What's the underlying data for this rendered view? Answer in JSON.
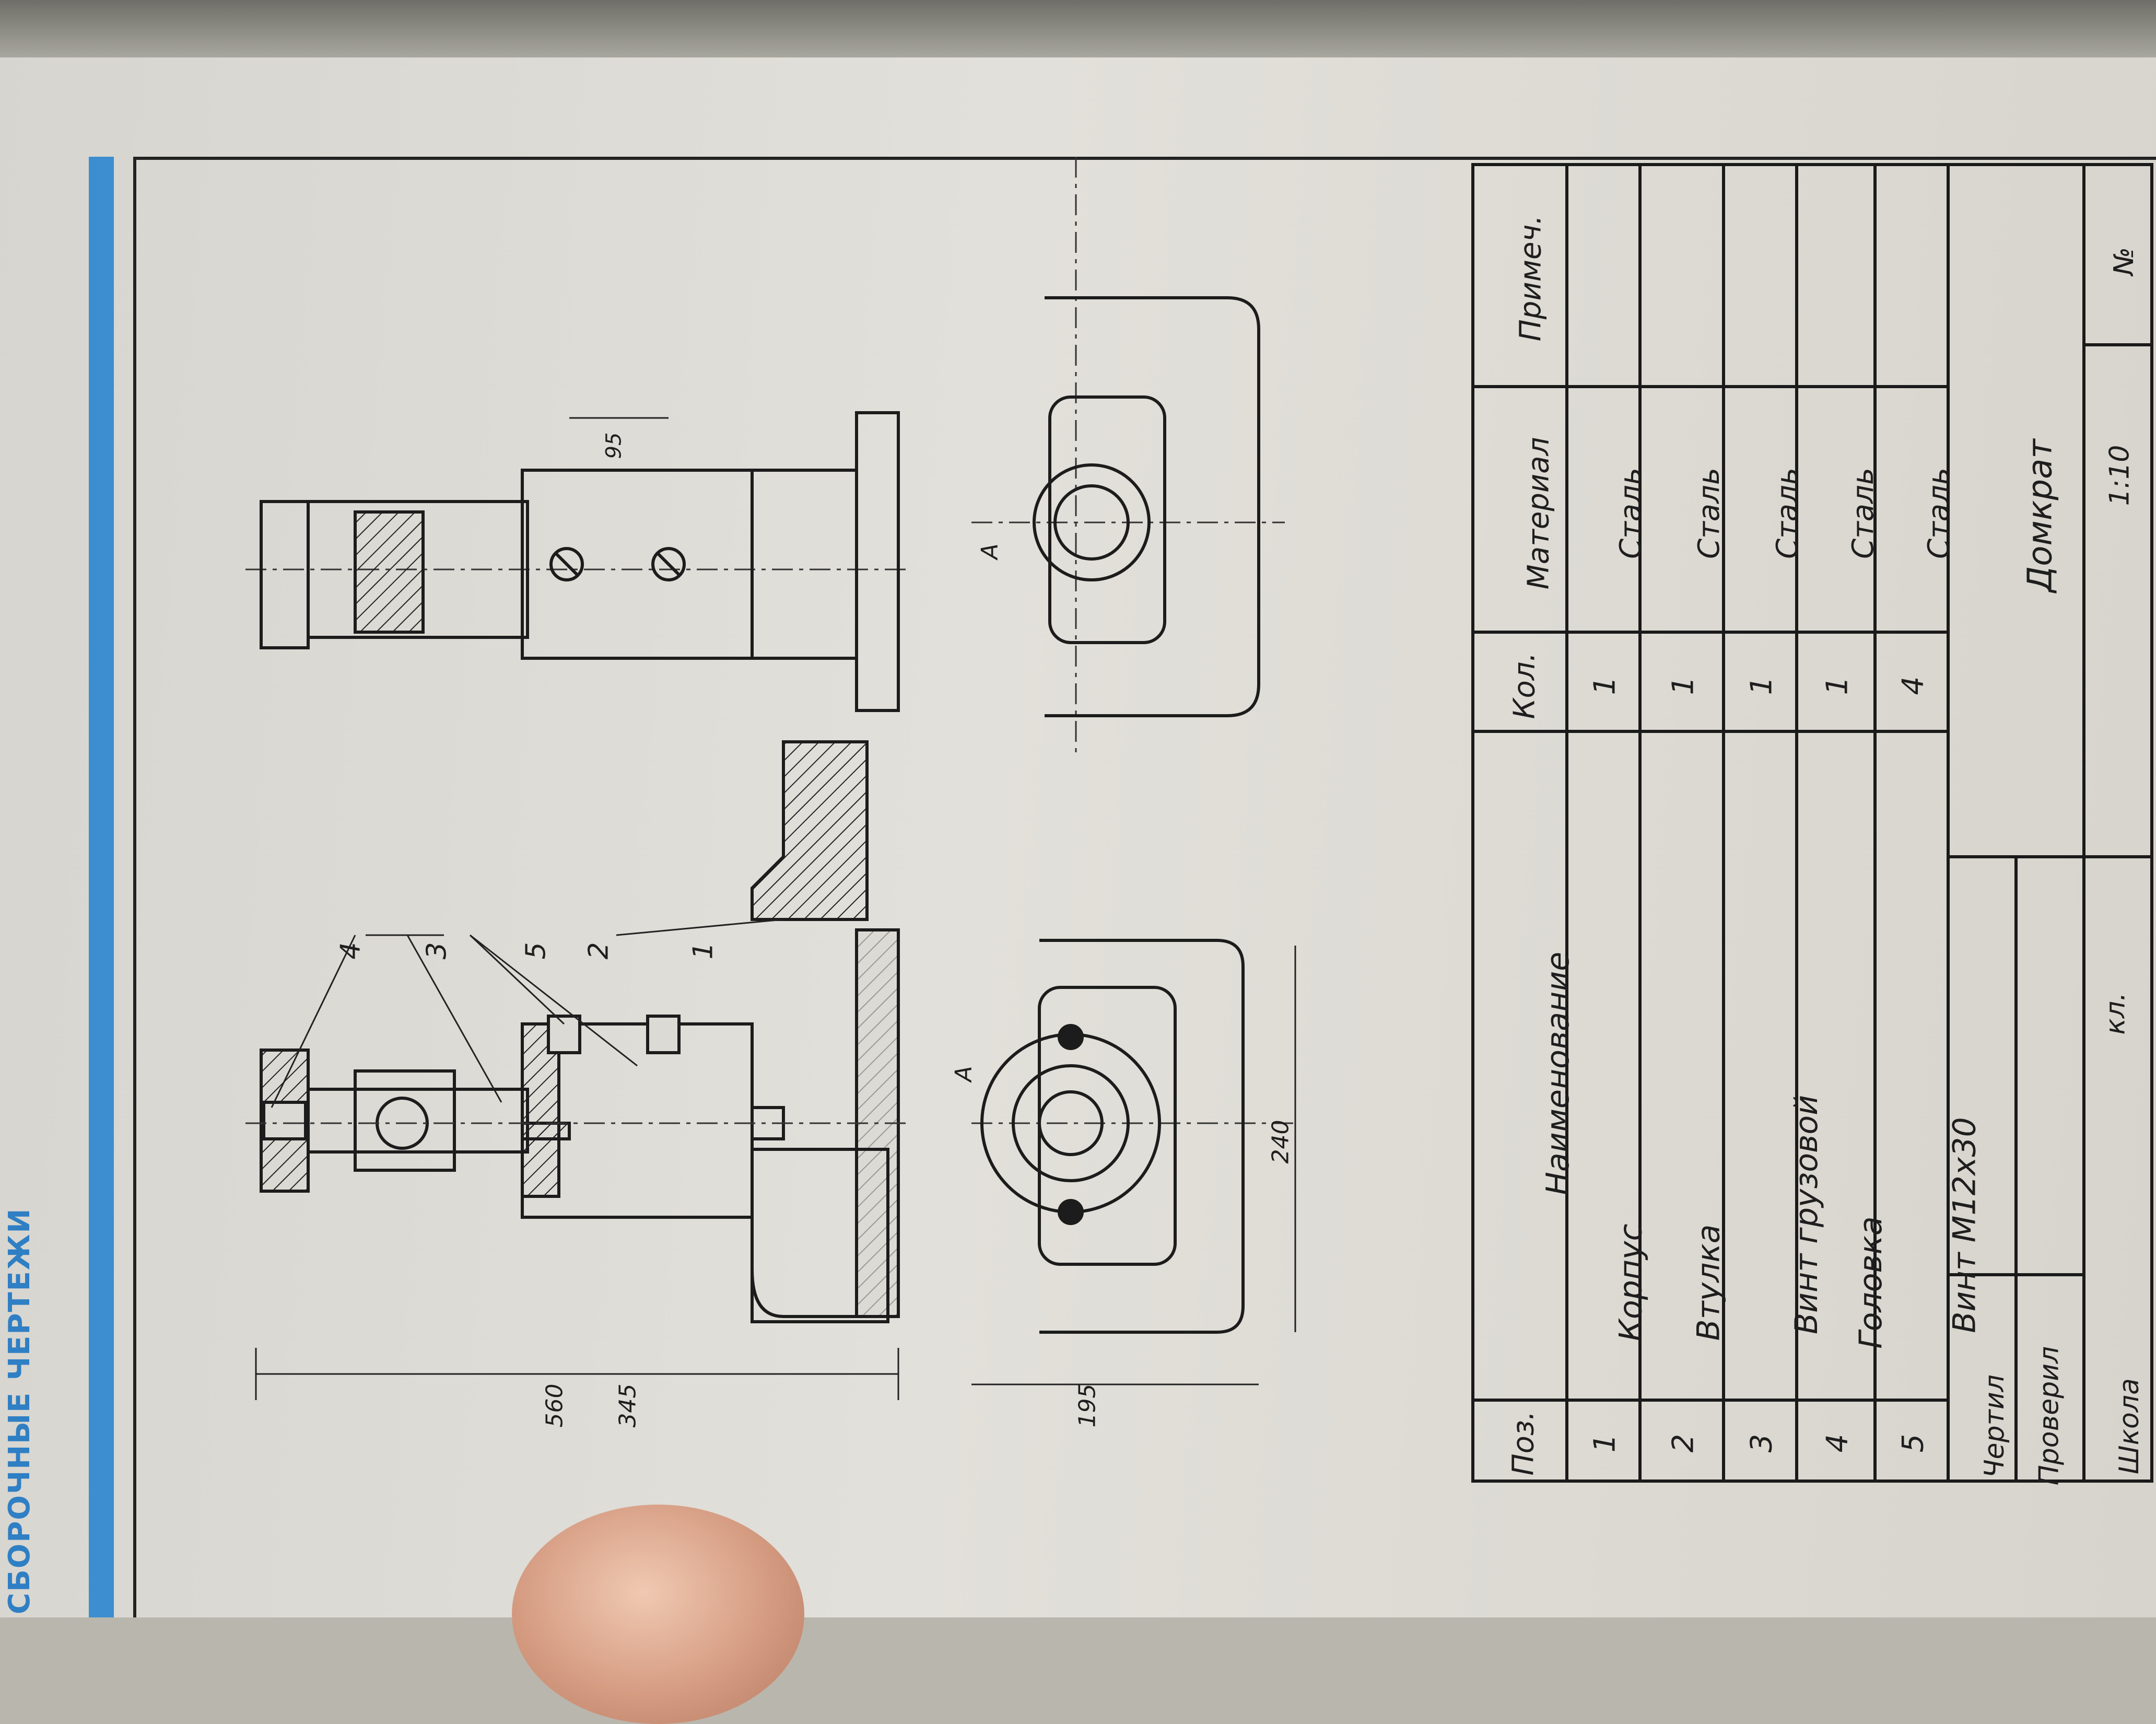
{
  "book_header": "СБОРОЧНЫЕ ЧЕРТЕЖИ",
  "drawing": {
    "callouts": [
      "4",
      "3",
      "5",
      "2",
      "1"
    ],
    "dimensions": {
      "overall_height": "345",
      "overall_height_extended": "560",
      "base_width": "240",
      "base_depth": "195",
      "bushing_screw_spacing": "95",
      "section_mark": "А"
    }
  },
  "spec_table": {
    "headers": {
      "pos": "Поз.",
      "name": "Наименование",
      "qty": "Кол.",
      "material": "Материал",
      "note": "Примеч."
    },
    "rows": [
      {
        "pos": "1",
        "name": "Корпус",
        "qty": "1",
        "material": "Сталь",
        "note": ""
      },
      {
        "pos": "2",
        "name": "Втулка",
        "qty": "1",
        "material": "Сталь",
        "note": ""
      },
      {
        "pos": "3",
        "name": "Винт грузовой",
        "qty": "1",
        "material": "Сталь",
        "note": ""
      },
      {
        "pos": "4",
        "name": "Головка",
        "qty": "1",
        "material": "Сталь",
        "note": ""
      },
      {
        "pos": "5",
        "name": "Винт М12х30",
        "qty": "4",
        "material": "Сталь",
        "note": ""
      }
    ]
  },
  "title_block": {
    "drew_label": "Чертил",
    "checked_label": "Проверил",
    "school_label": "Школа",
    "class_label": "кл.",
    "title": "Домкрат",
    "scale": "1:10",
    "number_label": "№"
  }
}
